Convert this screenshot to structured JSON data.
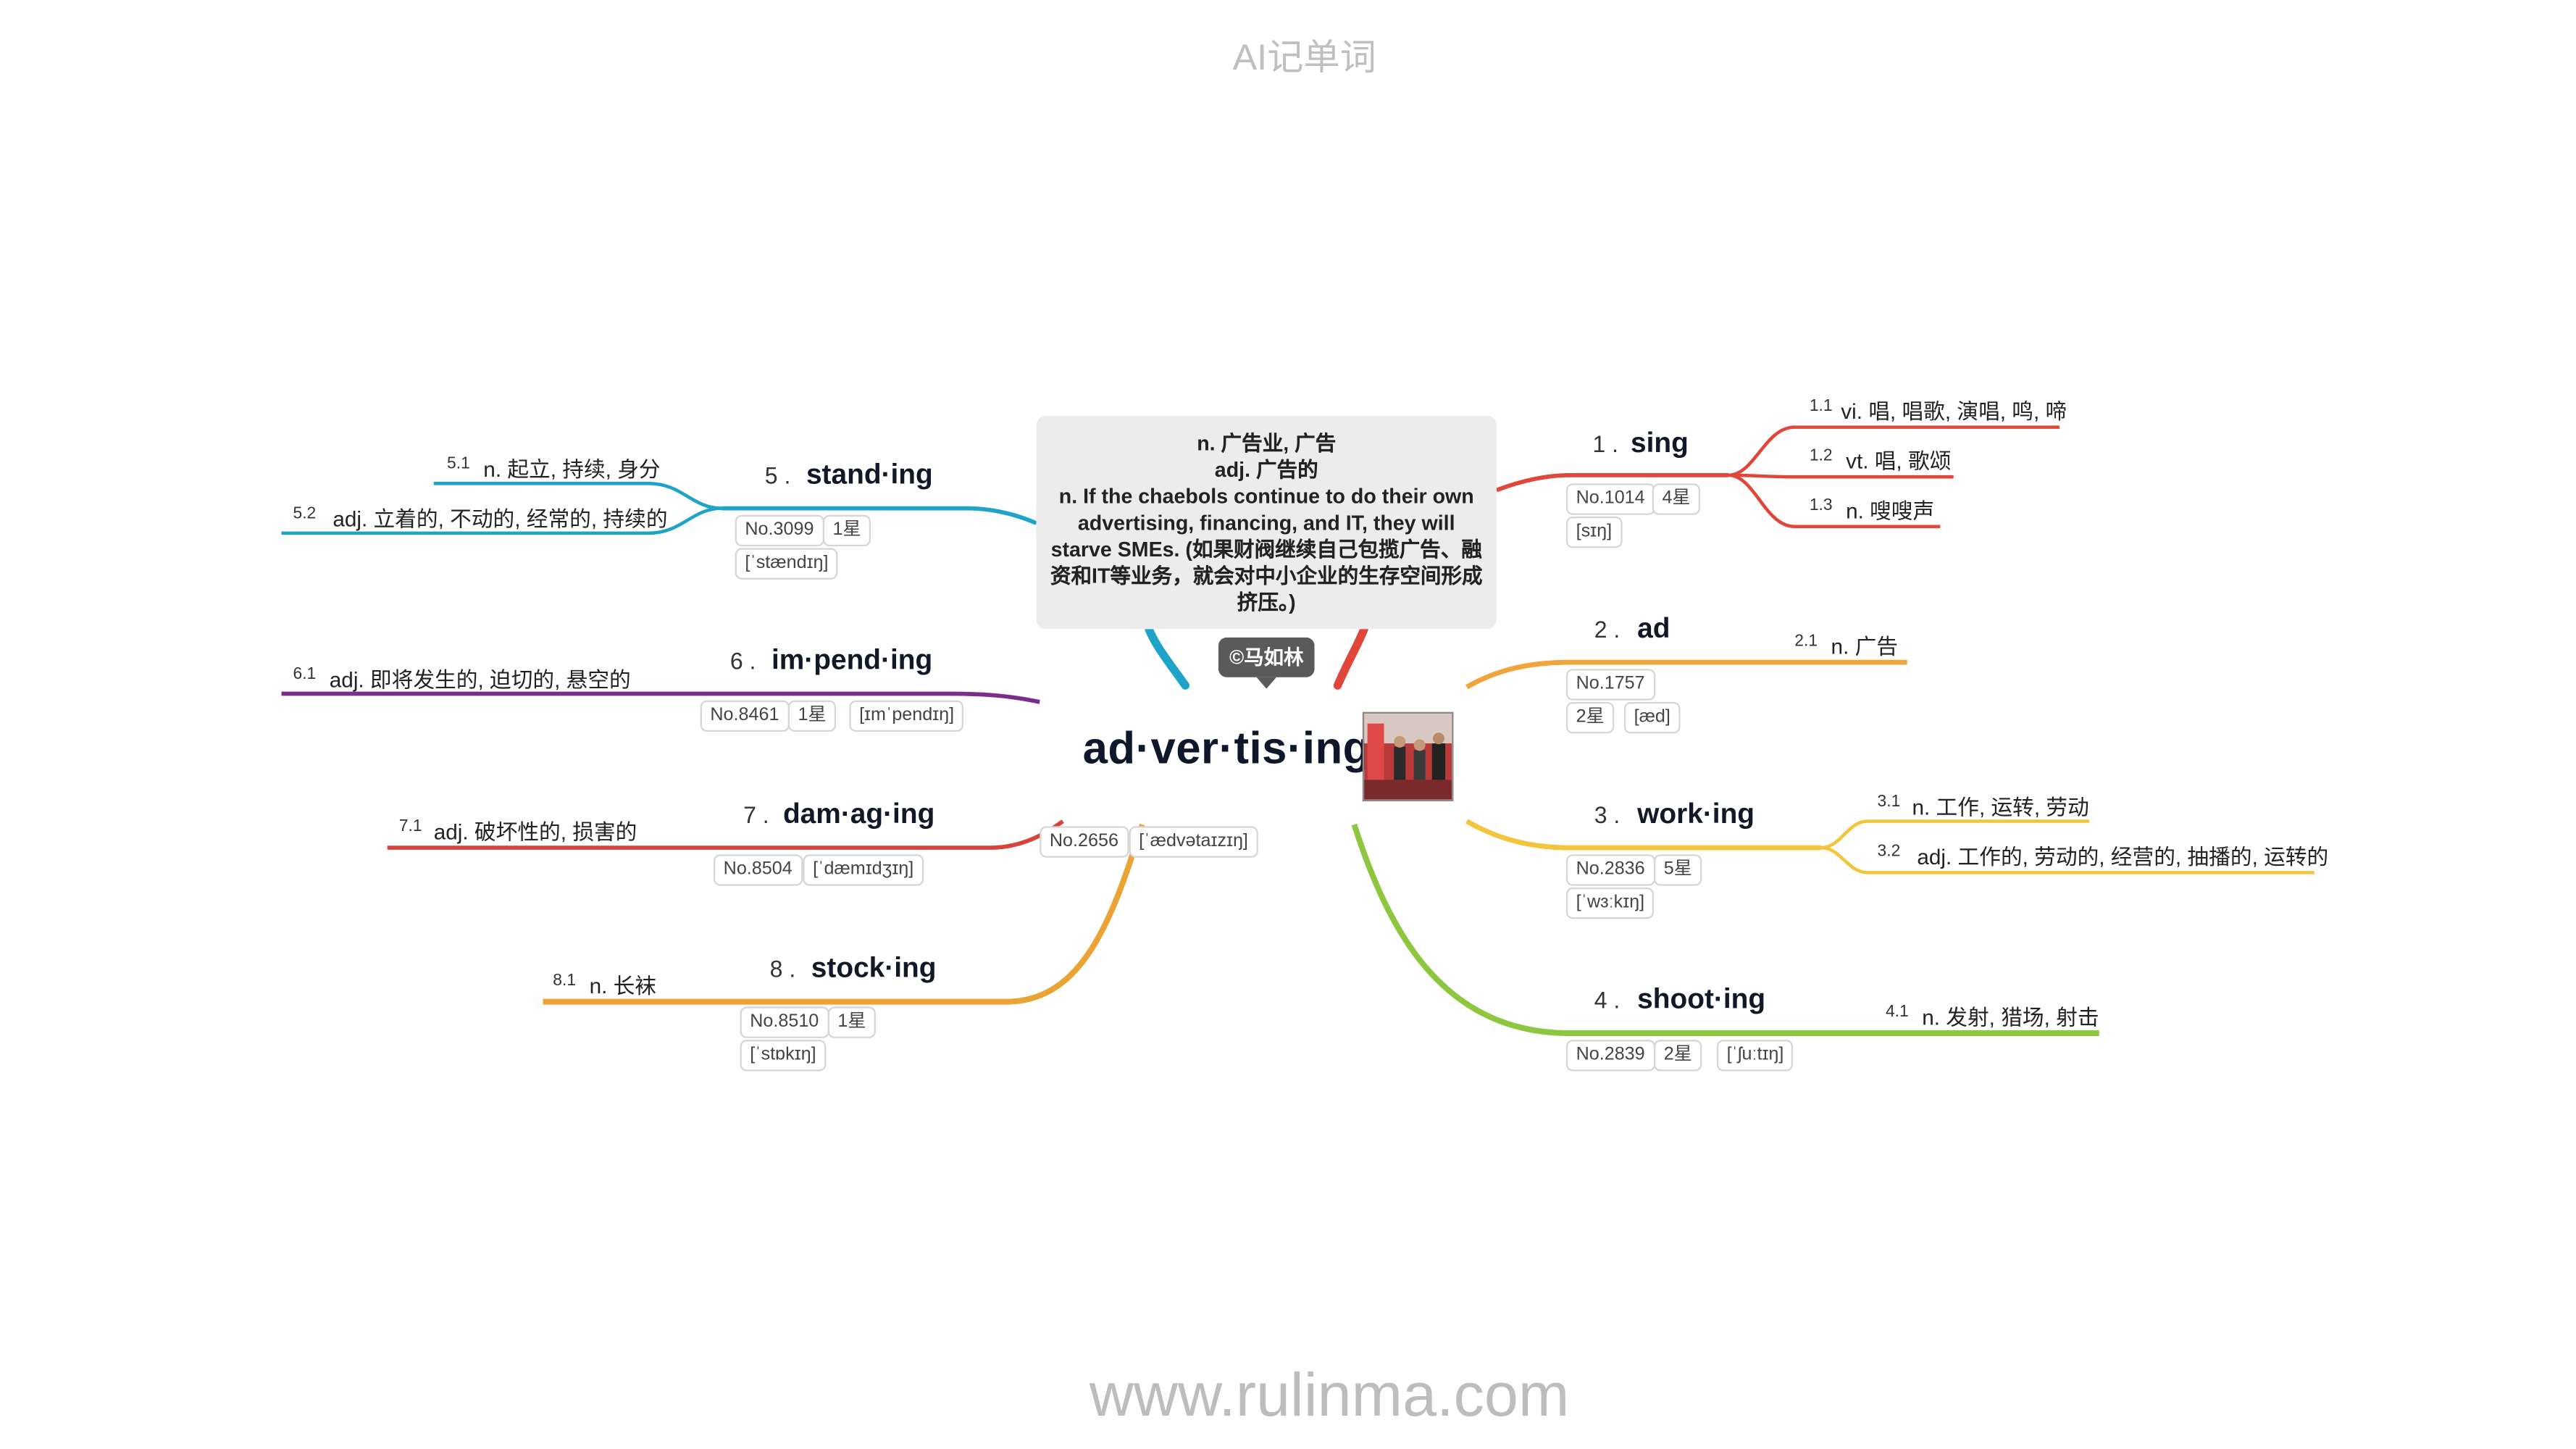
{
  "header": {
    "title": "AI记单词"
  },
  "footer": {
    "url": "www.rulinma.com"
  },
  "center": {
    "word": "ad·ver·tis·ing",
    "no": "No.2656",
    "phonetic": "[ˈædvətaɪzɪŋ]",
    "image_label": "word illustration photo"
  },
  "callout": {
    "lines": [
      "n. 广告业, 广告",
      "adj. 广告的",
      "n. If the chaebols continue to do their own advertising, financing, and IT, they will starve SMEs. (如果财阀继续自己包揽广告、融资和IT等业务，就会对中小企业的生存空间形成挤压。)"
    ],
    "credit": "©马如林"
  },
  "colors": {
    "sing": "#e0463a",
    "ad": "#f0a43a",
    "working": "#f2c53d",
    "shooting": "#8dc63f",
    "standing": "#1ea3c9",
    "impending": "#7b2d8e",
    "damaging": "#d9413b",
    "stocking": "#eaa436"
  },
  "nodes": [
    {
      "key": "sing",
      "num": "1 .",
      "word": "sing",
      "tags": [
        "No.1014",
        "4星",
        "[sɪŋ]"
      ],
      "defs": [
        {
          "num": "1.1",
          "text": "vi. 唱, 唱歌, 演唱, 鸣, 啼"
        },
        {
          "num": "1.2",
          "text": "vt. 唱, 歌颂"
        },
        {
          "num": "1.3",
          "text": "n. 嗖嗖声"
        }
      ]
    },
    {
      "key": "ad",
      "num": "2 .",
      "word": "ad",
      "tags": [
        "No.1757",
        "2星",
        "[æd]"
      ],
      "defs": [
        {
          "num": "2.1",
          "text": "n. 广告"
        }
      ]
    },
    {
      "key": "working",
      "num": "3 .",
      "word": "work·ing",
      "tags": [
        "No.2836",
        "5星",
        "[ˈwɜːkɪŋ]"
      ],
      "defs": [
        {
          "num": "3.1",
          "text": "n. 工作, 运转, 劳动"
        },
        {
          "num": "3.2",
          "text": "adj. 工作的, 劳动的, 经营的, 抽播的, 运转的"
        }
      ]
    },
    {
      "key": "shooting",
      "num": "4 .",
      "word": "shoot·ing",
      "tags": [
        "No.2839",
        "2星",
        "[ˈʃuːtɪŋ]"
      ],
      "defs": [
        {
          "num": "4.1",
          "text": "n. 发射, 猎场, 射击"
        }
      ]
    },
    {
      "key": "standing",
      "num": "5 .",
      "word": "stand·ing",
      "tags": [
        "No.3099",
        "1星",
        "[ˈstændɪŋ]"
      ],
      "defs": [
        {
          "num": "5.1",
          "text": "n. 起立, 持续, 身分"
        },
        {
          "num": "5.2",
          "text": "adj. 立着的, 不动的, 经常的, 持续的"
        }
      ]
    },
    {
      "key": "impending",
      "num": "6 .",
      "word": "im·pend·ing",
      "tags": [
        "No.8461",
        "1星",
        "[ɪmˈpendɪŋ]"
      ],
      "defs": [
        {
          "num": "6.1",
          "text": "adj. 即将发生的, 迫切的, 悬空的"
        }
      ]
    },
    {
      "key": "damaging",
      "num": "7 .",
      "word": "dam·ag·ing",
      "tags": [
        "No.8504",
        "[ˈdæmɪdʒɪŋ]"
      ],
      "defs": [
        {
          "num": "7.1",
          "text": "adj. 破坏性的, 损害的"
        }
      ]
    },
    {
      "key": "stocking",
      "num": "8 .",
      "word": "stock·ing",
      "tags": [
        "No.8510",
        "1星",
        "[ˈstɒkɪŋ]"
      ],
      "defs": [
        {
          "num": "8.1",
          "text": "n. 长袜"
        }
      ]
    }
  ]
}
